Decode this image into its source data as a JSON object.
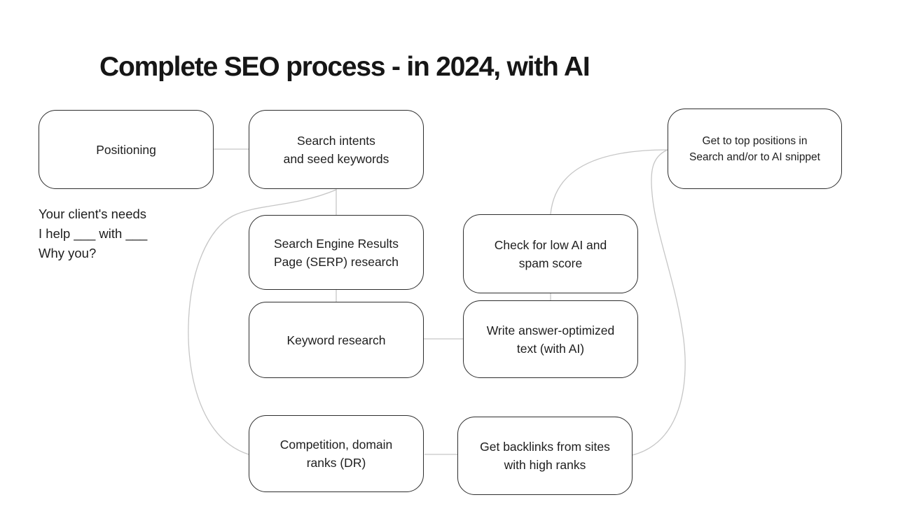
{
  "title": "Complete SEO process - in 2024, with AI",
  "notes": {
    "lines": [
      "Your client's needs",
      "I help ___ with ___",
      "Why you?"
    ]
  },
  "nodes": {
    "positioning": {
      "label": "Positioning"
    },
    "search_intents": {
      "label": "Search intents\nand seed keywords"
    },
    "get_top": {
      "label": "Get to top positions in\nSearch and/or to AI snippet"
    },
    "serp": {
      "label": "Search Engine Results\nPage (SERP) research"
    },
    "check_ai": {
      "label": "Check for low AI and\nspam score"
    },
    "keyword": {
      "label": "Keyword research"
    },
    "write": {
      "label": "Write answer-optimized\ntext (with AI)"
    },
    "competition": {
      "label": "Competition, domain\nranks (DR)"
    },
    "backlinks": {
      "label": "Get backlinks from sites\nwith high ranks"
    }
  },
  "edges": [
    {
      "from": "positioning",
      "to": "search_intents"
    },
    {
      "from": "search_intents",
      "to": "serp"
    },
    {
      "from": "serp",
      "to": "keyword"
    },
    {
      "from": "keyword",
      "to": "write"
    },
    {
      "from": "check_ai",
      "to": "write"
    },
    {
      "from": "check_ai",
      "to": "get_top"
    },
    {
      "from": "get_top",
      "to": "backlinks"
    },
    {
      "from": "search_intents",
      "to": "competition"
    },
    {
      "from": "competition",
      "to": "backlinks"
    }
  ],
  "colors": {
    "background": "#ffffff",
    "node_border": "#2e2e2e",
    "node_fill": "#ffffff",
    "text": "#1e1e1e",
    "title": "#161616",
    "connector": "#c6c6c6"
  }
}
